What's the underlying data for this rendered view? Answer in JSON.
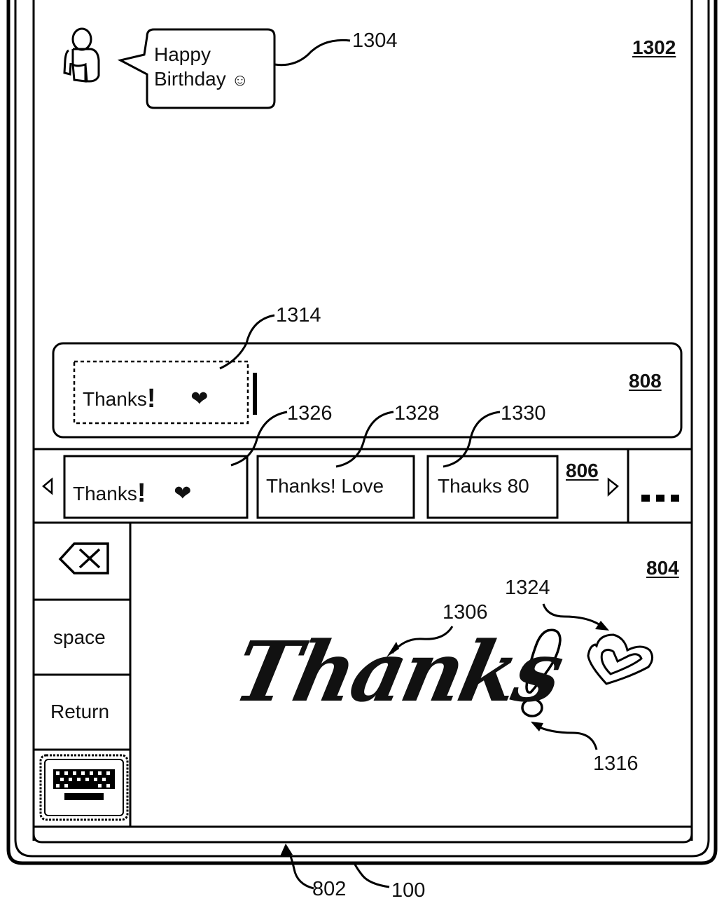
{
  "references": {
    "screen": "1302",
    "message_bubble": "1304",
    "handwriting": "1306",
    "selected_input": "1314",
    "exclamation": "1316",
    "heart": "1324",
    "candidate_1": "1326",
    "candidate_2": "1328",
    "candidate_3": "1330",
    "text_input_area": "808",
    "candidate_bar": "806",
    "handwriting_area": "804",
    "touch_screen": "802",
    "device": "100"
  },
  "message": {
    "line1": "Happy",
    "line2": "Birthday",
    "emoji": "☺"
  },
  "input_field": {
    "text": "Thanks",
    "exclaim": "!",
    "heart": "❤"
  },
  "candidates": [
    {
      "text": "Thanks",
      "exclaim": "!",
      "heart": "❤"
    },
    {
      "text": "Thanks! Love"
    },
    {
      "text": "Thauks 80"
    }
  ],
  "candidate_nav": {
    "prev": "◁",
    "next": "▷",
    "more": "▪▪▪"
  },
  "keys": {
    "backspace": "backspace",
    "space": "space",
    "return": "Return",
    "keyboard": "keyboard"
  },
  "handwriting": {
    "word": "Thanks"
  }
}
